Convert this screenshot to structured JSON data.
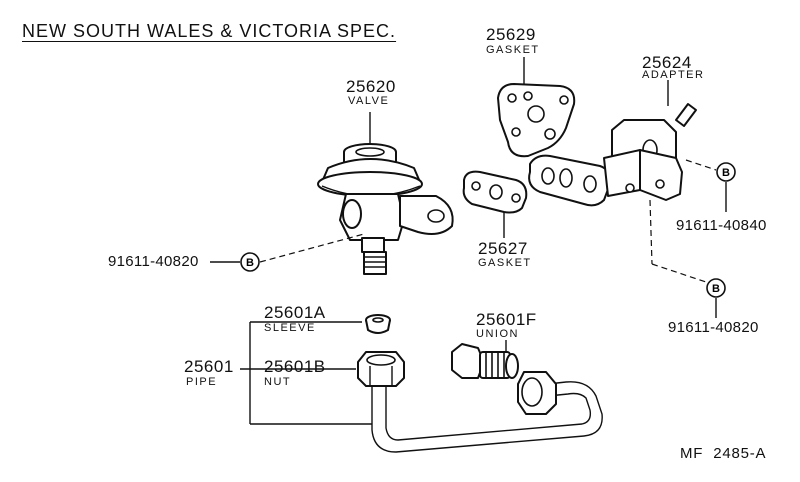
{
  "title": "NEW SOUTH WALES & VICTORIA SPEC.",
  "footer_code": "MF  2485-A",
  "parts": {
    "valve": {
      "number": "25620",
      "name": "VALVE"
    },
    "gasket_upper": {
      "number": "25629",
      "name": "GASKET"
    },
    "adapter": {
      "number": "25624",
      "name": "ADAPTER"
    },
    "gasket_lower": {
      "number": "25627",
      "name": "GASKET"
    },
    "sleeve": {
      "number": "25601A",
      "name": "SLEEVE"
    },
    "union": {
      "number": "25601F",
      "name": "UNION"
    },
    "pipe": {
      "number": "25601",
      "name": "PIPE"
    },
    "nut": {
      "number": "25601B",
      "name": "NUT"
    }
  },
  "bolts": {
    "marker": "B",
    "left": "91611-40820",
    "right_upper": "91611-40840",
    "right_lower": "91611-40820"
  }
}
